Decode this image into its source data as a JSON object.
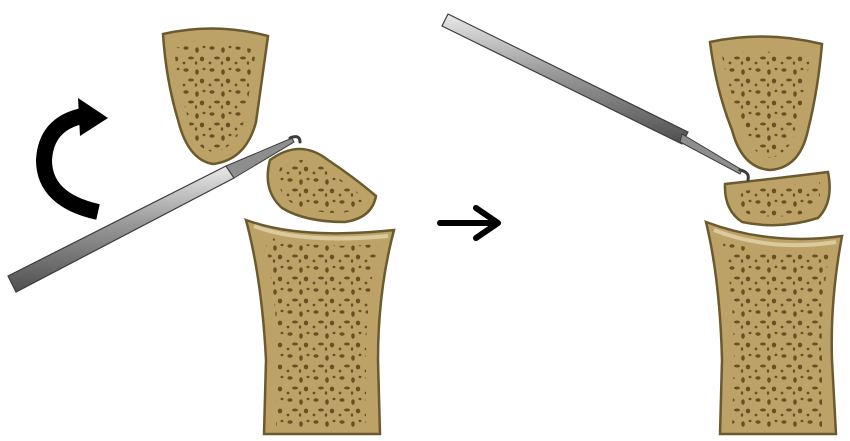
{
  "diagram": {
    "panels": [
      {
        "id": "before",
        "parts": [
          "upper-bone",
          "middle-bone-fragment-tilted",
          "lower-bone",
          "probe-instrument",
          "rotation-arrow"
        ]
      },
      {
        "id": "after",
        "parts": [
          "upper-bone",
          "middle-bone-fragment-realigned",
          "lower-bone",
          "probe-instrument"
        ]
      }
    ],
    "transition": "right-arrow-icon",
    "rotation_indicator": "curved-arrow-icon",
    "colors": {
      "bone_fill": "#bca267",
      "bone_outline": "#6b5a2e",
      "bone_rim": "#e7dcb6",
      "pore": "#5a4217",
      "instrument": "#9a9a9a",
      "instrument_dark": "#4f4f4f",
      "arrow": "#000000",
      "background": "#ffffff"
    }
  }
}
